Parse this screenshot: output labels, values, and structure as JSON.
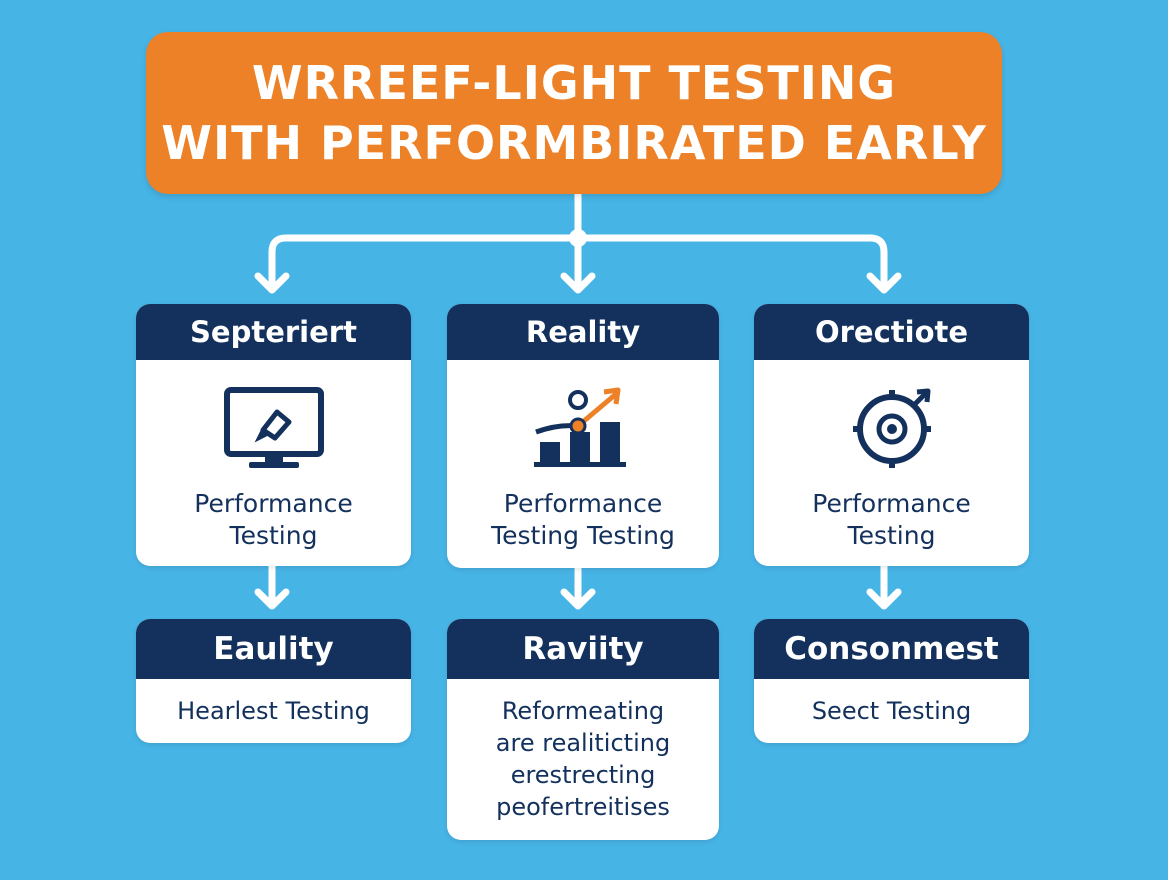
{
  "colors": {
    "background": "#47b4e6",
    "title_fill": "#ec8127",
    "header_fill": "#13315c",
    "card_fill": "#ffffff",
    "icon_blue": "#13315c",
    "icon_accent": "#ec8127",
    "connector": "#ffffff"
  },
  "title": {
    "line1": "WRREEF-LIGHT TESTING",
    "line2": "WITH PERFORMBIRATED EARLY"
  },
  "top_cards": [
    {
      "header": "Septeriert",
      "icon": "monitor-icon",
      "text_lines": [
        "Performance",
        "Testing"
      ]
    },
    {
      "header": "Reality",
      "icon": "growth-chart-icon",
      "text_lines": [
        "Performance",
        "Testing Testing"
      ]
    },
    {
      "header": "Orectiote",
      "icon": "target-icon",
      "text_lines": [
        "Performance",
        "Testing"
      ]
    }
  ],
  "bottom_cards": [
    {
      "header": "Eaulity",
      "text_lines": [
        "Hearlest Testing"
      ]
    },
    {
      "header": "Raviity",
      "text_lines": [
        "Reformeating",
        "are realiticting",
        "erestrecting",
        "peofertreitises"
      ]
    },
    {
      "header": "Consonmest",
      "text_lines": [
        "Seect Testing"
      ]
    }
  ]
}
